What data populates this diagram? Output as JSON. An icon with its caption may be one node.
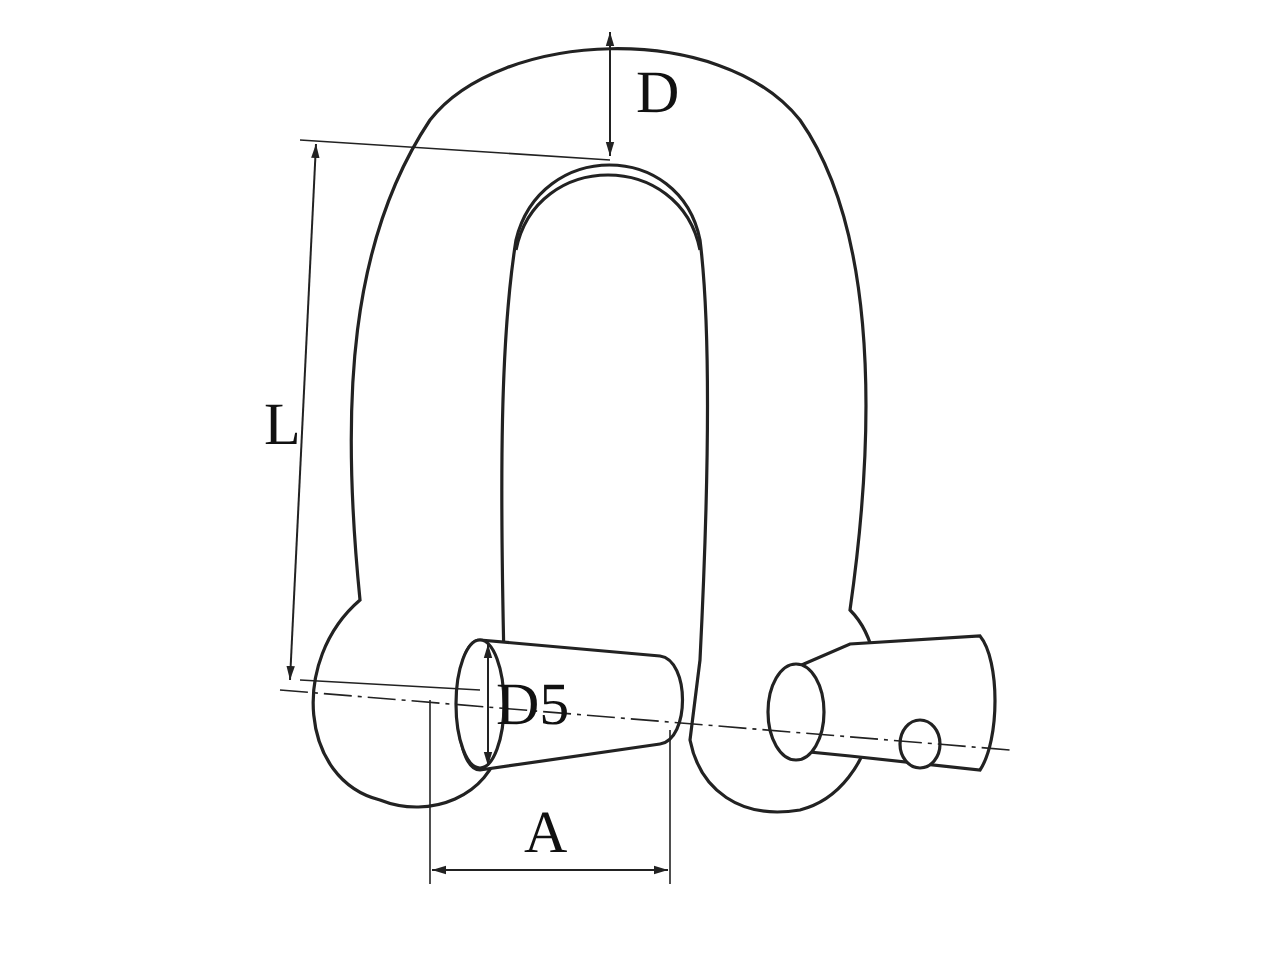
{
  "diagram": {
    "labels": [
      "D",
      "L",
      "D5",
      "A"
    ]
  }
}
